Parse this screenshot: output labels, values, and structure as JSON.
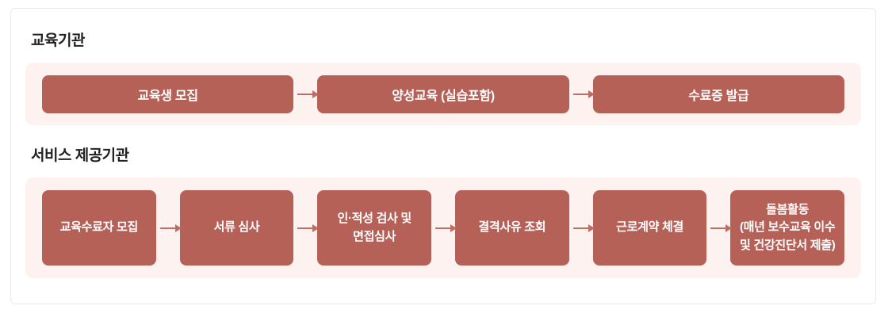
{
  "colors": {
    "step_box_bg": "#b66157",
    "step_box_text": "#ffffff",
    "band_bg": "#fdf2f0",
    "arrow": "#bc6e63",
    "section_title_text": "#222222",
    "card_border": "#e9e9e9",
    "page_bg": "#ffffff"
  },
  "icons": {
    "flow_arrow": "arrow-right-icon"
  },
  "sections": [
    {
      "title": "교육기관",
      "steps": [
        {
          "label": "교육생 모집"
        },
        {
          "label": "양성교육 (실습포함)"
        },
        {
          "label": "수료증 발급"
        }
      ]
    },
    {
      "title": "서비스 제공기관",
      "steps": [
        {
          "label": "교육수료자 모집"
        },
        {
          "label": "서류 심사"
        },
        {
          "label": "인·적성 검사 및\n면접심사"
        },
        {
          "label": "결격사유 조회"
        },
        {
          "label": "근로계약 체결"
        },
        {
          "label": "돌봄활동\n(매년 보수교육 이수\n및 건강진단서 제출)"
        }
      ]
    }
  ]
}
